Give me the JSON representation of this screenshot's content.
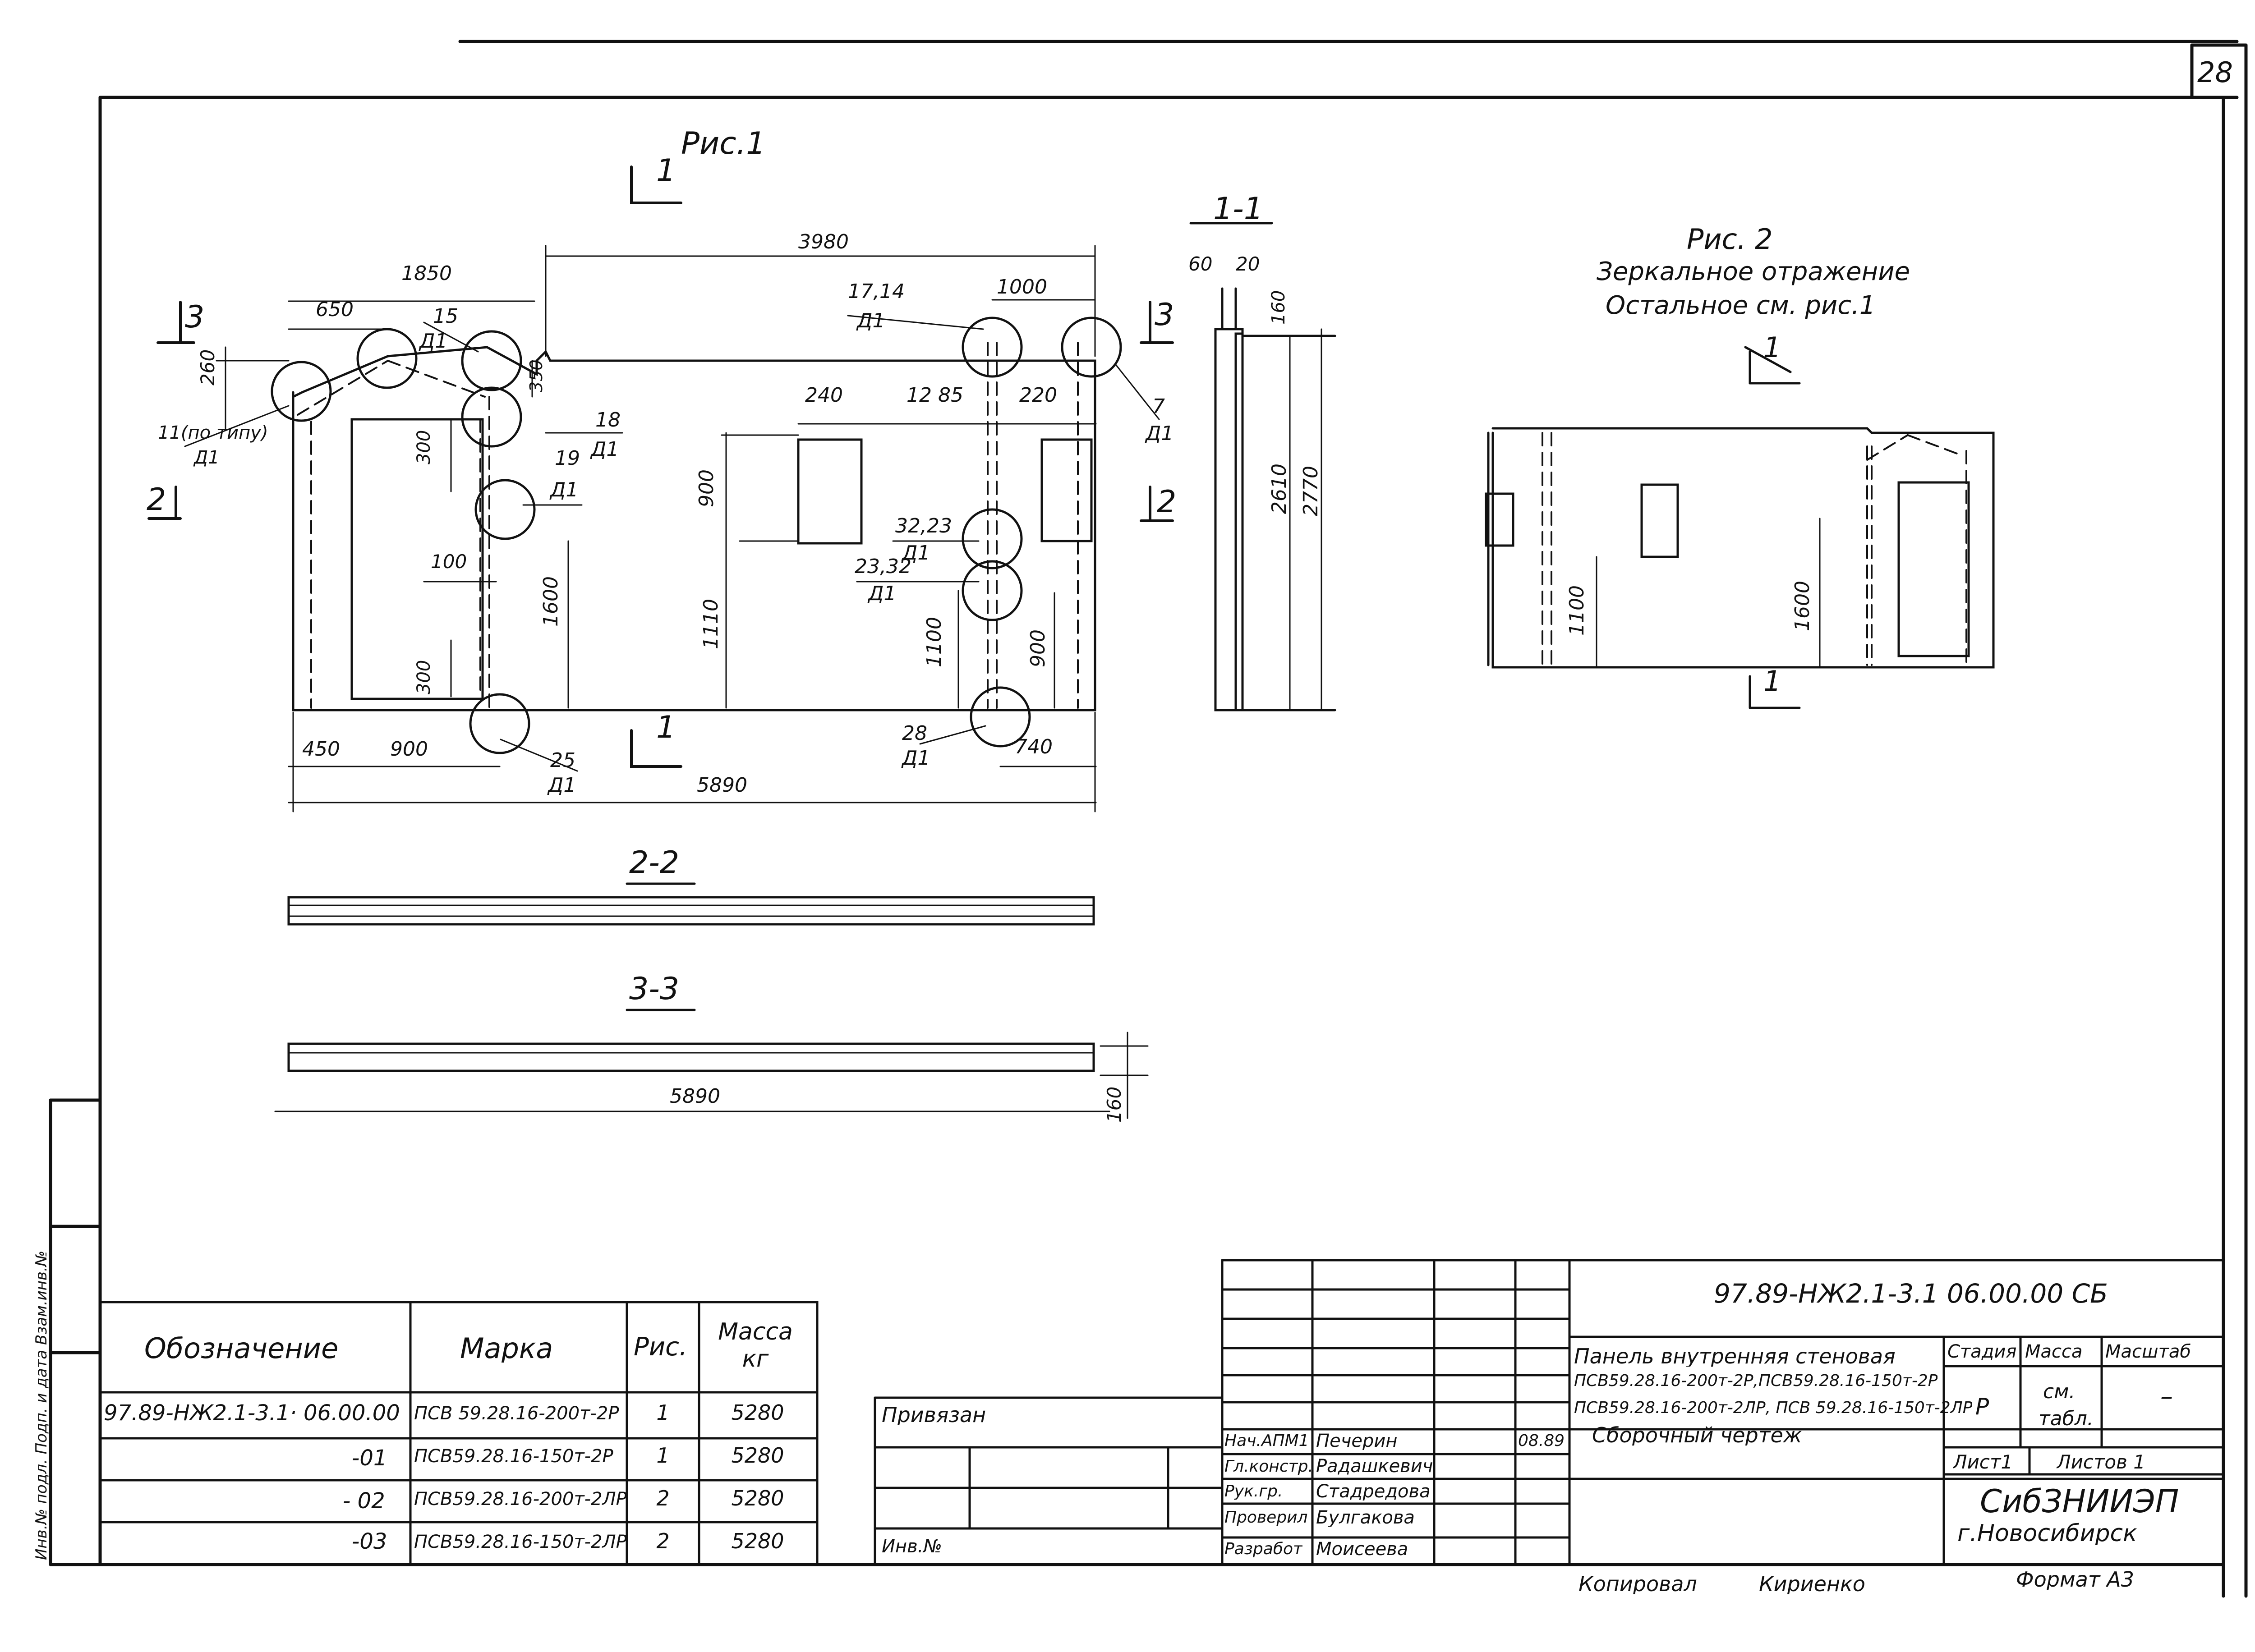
{
  "sheet_number": "28",
  "fig1": {
    "title": "Рис.1",
    "cut_labels": {
      "s1": "1",
      "s2": "2",
      "s3": "3"
    },
    "dims": {
      "d1850": "1850",
      "d650": "650",
      "d3980": "3980",
      "d1000": "1000",
      "d260": "260",
      "d350": "350",
      "d240": "240",
      "d1285": "12 85",
      "d220": "220",
      "d300a": "300",
      "d300b": "300",
      "d100": "100",
      "d900v": "900",
      "d1600": "1600",
      "d1110": "1110",
      "d1100": "1100",
      "d900r": "900",
      "d450": "450",
      "d900b": "900",
      "d740": "740",
      "d5890": "5890"
    },
    "nodes": {
      "n15": "15",
      "n15d": "Д1",
      "n1714": "17,14",
      "n1714d": "Д1",
      "n11": "11(по типу)",
      "n11d": "Д1",
      "n18": "18",
      "n18d": "Д1",
      "n19": "19",
      "n19d": "Д1",
      "n3223": "32,23",
      "n3223d": "Д1",
      "n2332": "23,32",
      "n2332d": "Д1",
      "n7": "7",
      "n7d": "Д1",
      "n25": "25",
      "n25d": "Д1",
      "n28": "28",
      "n28d": "Д1"
    }
  },
  "section11": {
    "title": "1-1",
    "dims": {
      "d60": "60",
      "d20": "20",
      "d160": "160",
      "d2610": "2610",
      "d2770": "2770"
    }
  },
  "section22": {
    "title": "2-2"
  },
  "section33": {
    "title": "3-3",
    "dims": {
      "d5890": "5890",
      "d160": "160"
    }
  },
  "fig2": {
    "title": "Рис. 2",
    "line1": "Зеркальное отражение",
    "line2": "Остальное см. рис.1",
    "cut": "1",
    "dims": {
      "d1100": "1100",
      "d1600": "1600"
    }
  },
  "spec_table": {
    "headers": [
      "Обозначение",
      "Марка",
      "Рис.",
      "Масса кг"
    ],
    "rows": [
      [
        "97.89-НЖ2.1-3.1· 06.00.00",
        "ПСВ 59.28.16-200т-2Р",
        "1",
        "5280"
      ],
      [
        "-01",
        "ПСВ59.28.16-150т-2Р",
        "1",
        "5280"
      ],
      [
        "- 02",
        "ПСВ59.28.16-200т-2ЛР",
        "2",
        "5280"
      ],
      [
        "-03",
        "ПСВ59.28.16-150т-2ЛР",
        "2",
        "5280"
      ]
    ]
  },
  "stamp": {
    "left_vertical": "Инв.№ подл. Подп. и дата Взам.инв.№",
    "privyazan": "Привязан",
    "inv": "Инв.№",
    "doc_code": "97.89-НЖ2.1-3.1   06.00.00 СБ",
    "title_l1": "Панель внутренняя стеновая",
    "title_l2": "ПСВ59.28.16-200т-2Р,ПСВ59.28.16-150т-2Р",
    "title_l3": "ПСВ59.28.16-200т-2ЛР, ПСВ 59.28.16-150т-2ЛР",
    "title_l4": "Сборочный   чертеж",
    "roles": [
      {
        "role": "Нач.АПМ1",
        "name": "Печерин",
        "date": "08.89"
      },
      {
        "role": "Гл.констр.",
        "name": "Радашкевич",
        "date": ""
      },
      {
        "role": "Рук.гр.",
        "name": "Стадредова",
        "date": ""
      },
      {
        "role": "Проверил",
        "name": "Булгакова",
        "date": ""
      },
      {
        "role": "Разработ",
        "name": "Моисеева",
        "date": ""
      }
    ],
    "stage_h": "Стадия",
    "mass_h": "Масса",
    "scale_h": "Масштаб",
    "stage": "Р",
    "mass_l1": "см.",
    "mass_l2": "табл.",
    "scale": "–",
    "sheet_l": "Лист1",
    "sheets_l": "Листов 1",
    "org_l1": "СибЗНИИЭП",
    "org_l2": "г.Новосибирск",
    "copied_l": "Копировал",
    "copied_n": "Кириенко",
    "format": "Формат А3"
  }
}
